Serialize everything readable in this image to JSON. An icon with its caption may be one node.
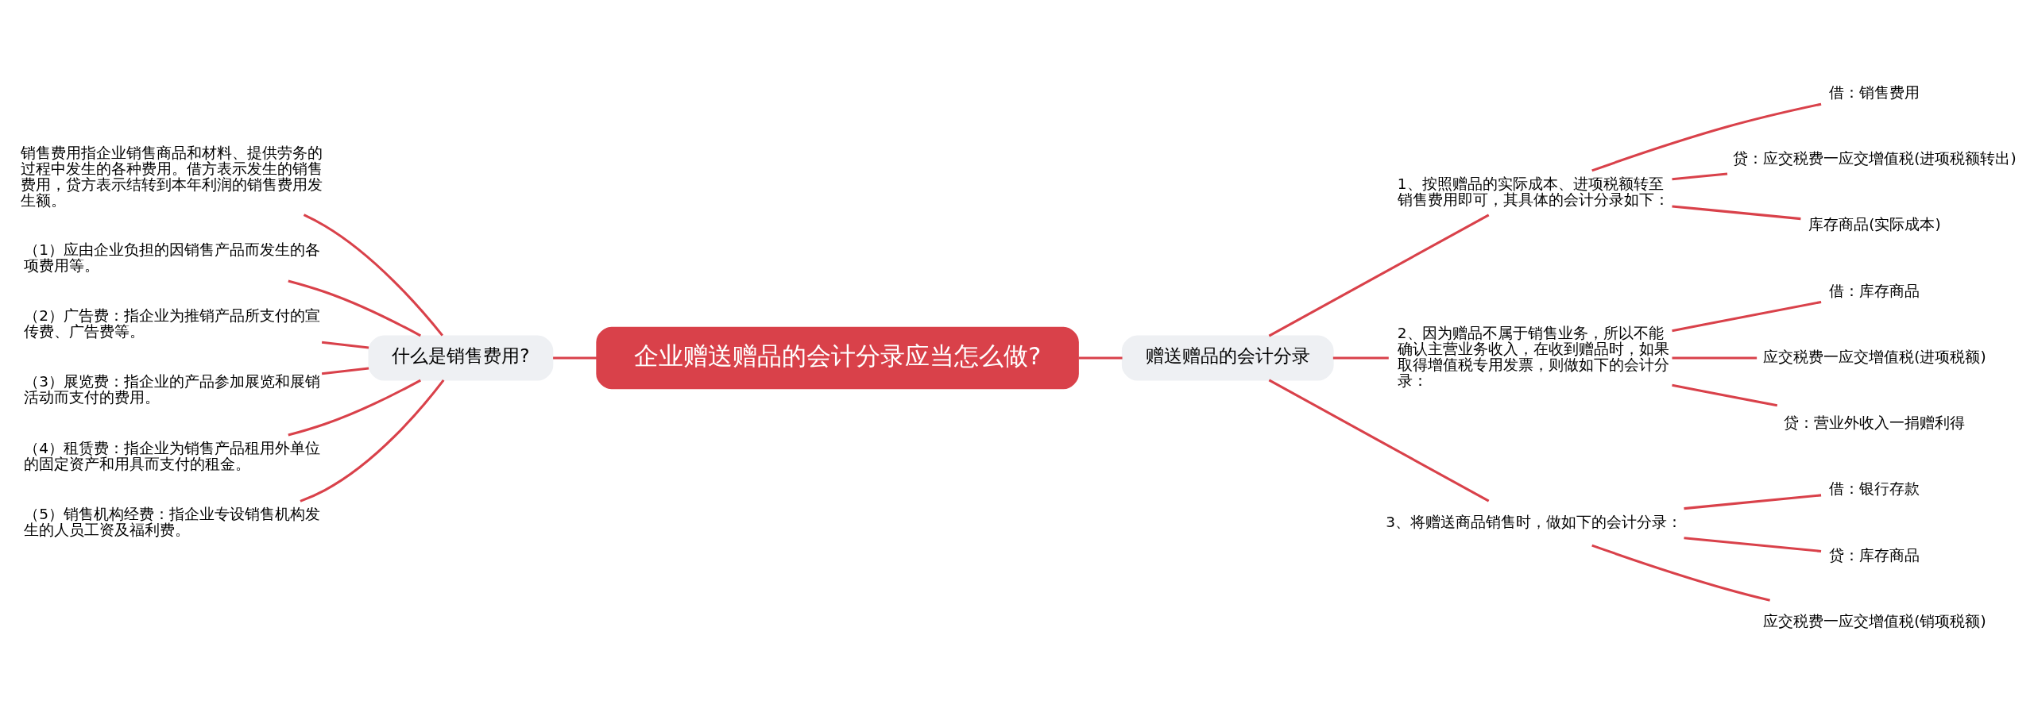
{
  "diagram": {
    "nodes": [
      {
        "text": [
          "企业赠送赠品的会计分录应当怎么做?"
        ]
      },
      {
        "text": [
          "什么是销售费用?"
        ]
      },
      {
        "text": [
          "销售费用指企业销售商品和材料、提供劳务的过程中发生的各种费用。借方表示发生的销售费用，贷方表示结转到本年利润的销售费用发生额。"
        ]
      },
      {
        "text": [
          "（1）应由企业负担的因销售产品而发生的各项费用等。"
        ]
      },
      {
        "text": [
          "（2）广告费：指企业为推销产品所支付的宣传费、广告费等。"
        ]
      },
      {
        "text": [
          "（3）展览费：指企业的产品参加展览和展销活动而支付的费用。"
        ]
      },
      {
        "text": [
          "（4）租赁费：指企业为销售产品租用外单位的固定资产和用具而支付的租金。"
        ]
      },
      {
        "text": [
          "（5）销售机构经费：指企业专设销售机构发生的人员工资及福利费。"
        ]
      },
      {
        "text": [
          "赠送赠品的会计分录"
        ]
      },
      {
        "text": [
          "1、按照赠品的实际成本、进项税额转至销售费用即可，其具体的会计分录如下："
        ]
      },
      {
        "text": [
          "借：销售费用"
        ]
      },
      {
        "text": [
          "贷：应交税费一应交增值税(进项税额转出)"
        ]
      },
      {
        "text": [
          "库存商品(实际成本)"
        ]
      },
      {
        "text": [
          "2、因为赠品不属于销售业务，所以不能确认主营业务收入，在收到赠品时，如果取得增值税专用发票，则做如下的会计分录："
        ]
      },
      {
        "text": [
          "借：库存商品"
        ]
      },
      {
        "text": [
          "应交税费一应交增值税(进项税额)"
        ]
      },
      {
        "text": [
          "贷：营业外收入一捐赠利得"
        ]
      },
      {
        "text": [
          "3、将赠送商品销售时，做如下的会计分录："
        ]
      },
      {
        "text": [
          "借：银行存款"
        ]
      },
      {
        "text": [
          "贷：库存商品"
        ]
      },
      {
        "text": [
          "应交税费一应交增值税(销项税额)"
        ]
      }
    ],
    "edges": [
      {
        "from": 0,
        "to": 1,
        "arrow": "none"
      },
      {
        "from": 1,
        "to": 2,
        "arrow": "none"
      },
      {
        "from": 1,
        "to": 3,
        "arrow": "none"
      },
      {
        "from": 1,
        "to": 4,
        "arrow": "none"
      },
      {
        "from": 1,
        "to": 5,
        "arrow": "none"
      },
      {
        "from": 1,
        "to": 6,
        "arrow": "none"
      },
      {
        "from": 1,
        "to": 7,
        "arrow": "none"
      },
      {
        "from": 0,
        "to": 8,
        "arrow": "none"
      },
      {
        "from": 8,
        "to": 9,
        "arrow": "none"
      },
      {
        "from": 9,
        "to": 10,
        "arrow": "none"
      },
      {
        "from": 9,
        "to": 11,
        "arrow": "none"
      },
      {
        "from": 9,
        "to": 12,
        "arrow": "none"
      },
      {
        "from": 8,
        "to": 13,
        "arrow": "none"
      },
      {
        "from": 13,
        "to": 14,
        "arrow": "none"
      },
      {
        "from": 13,
        "to": 15,
        "arrow": "none"
      },
      {
        "from": 13,
        "to": 16,
        "arrow": "none"
      },
      {
        "from": 8,
        "to": 17,
        "arrow": "none"
      },
      {
        "from": 17,
        "to": 18,
        "arrow": "none"
      },
      {
        "from": 17,
        "to": 19,
        "arrow": "none"
      },
      {
        "from": 17,
        "to": 20,
        "arrow": "none"
      }
    ]
  }
}
